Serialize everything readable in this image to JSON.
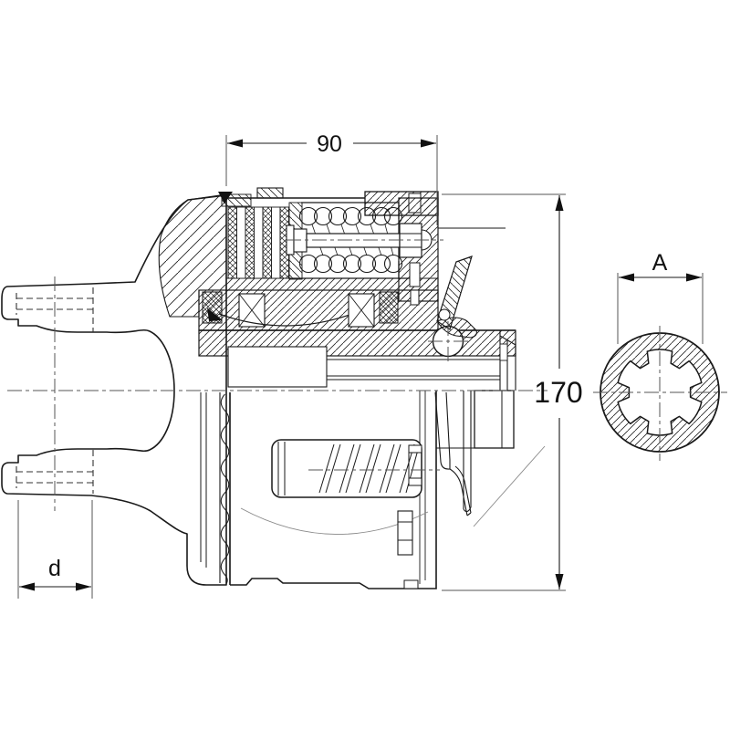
{
  "drawing": {
    "colors": {
      "line": "#1a1a1a",
      "background": "#ffffff",
      "thin": "#555555"
    },
    "dimensions": {
      "top_width": "90",
      "overall_height": "170",
      "yoke_bore": "d",
      "spline_bore": "A"
    }
  }
}
